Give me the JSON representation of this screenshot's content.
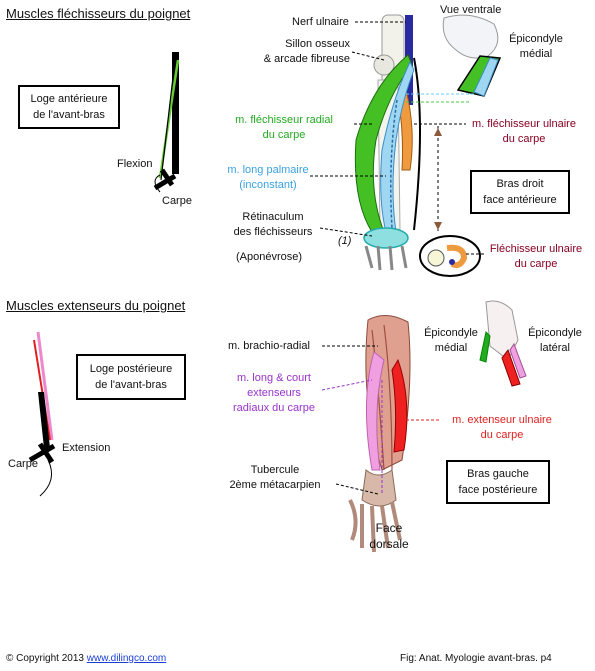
{
  "colors": {
    "green": "#22aa22",
    "blue": "#3aa0e0",
    "violet": "#9933cc",
    "red": "#e02020",
    "darkred": "#880022",
    "pink": "#ee88cc",
    "orange": "#f08c30"
  },
  "top": {
    "heading": "Muscles fléchisseurs du poignet",
    "box_loge": [
      "Loge antérieure",
      "de l'avant-bras"
    ],
    "flexion": "Flexion",
    "carpe": "Carpe",
    "nerf_ulnaire": "Nerf ulnaire",
    "sillon": [
      "Sillon osseux",
      "& arcade fibreuse"
    ],
    "flechisseur_radial": [
      "m. fléchisseur  radial",
      "du carpe"
    ],
    "long_palmaire": [
      "m. long palmaire",
      "(inconstant)"
    ],
    "retinaculum": [
      "Rétinaculum",
      "des fléchisseurs"
    ],
    "aponevrose": "(Aponévrose)",
    "marker_1": "(1)",
    "vue_ventrale": "Vue ventrale",
    "epicondyle_medial": [
      "Épicondyle",
      "médial"
    ],
    "flechisseur_ulnaire": [
      "m. fléchisseur ulnaire",
      "du carpe"
    ],
    "box_bras": [
      "Bras droit",
      "face antérieure"
    ],
    "flechisseur_ulnaire_2": [
      "Fléchisseur ulnaire",
      "du carpe"
    ]
  },
  "bottom": {
    "heading": "Muscles extenseurs du poignet",
    "box_loge": [
      "Loge postérieure",
      "de l'avant-bras"
    ],
    "extension": "Extension",
    "carpe": "Carpe",
    "brachio_radial": "m. brachio-radial",
    "long_court": [
      "m. long & court",
      "extenseurs",
      "radiaux du carpe"
    ],
    "tubercule": [
      "Tubercule",
      "2ème métacarpien"
    ],
    "face_dorsale": [
      "Face",
      "dorsale"
    ],
    "epicondyle_medial": [
      "Épicondyle",
      "médial"
    ],
    "epicondyle_lateral": [
      "Épicondyle",
      "latéral"
    ],
    "extenseur_ulnaire": [
      "m. extenseur ulnaire",
      "du carpe"
    ],
    "box_bras": [
      "Bras gauche",
      "face postérieure"
    ]
  },
  "footer": {
    "copyright": "© Copyright 2013",
    "link": "www.dilingco.com",
    "fig": "Fig:  Anat. Myologie avant-bras. p4"
  }
}
